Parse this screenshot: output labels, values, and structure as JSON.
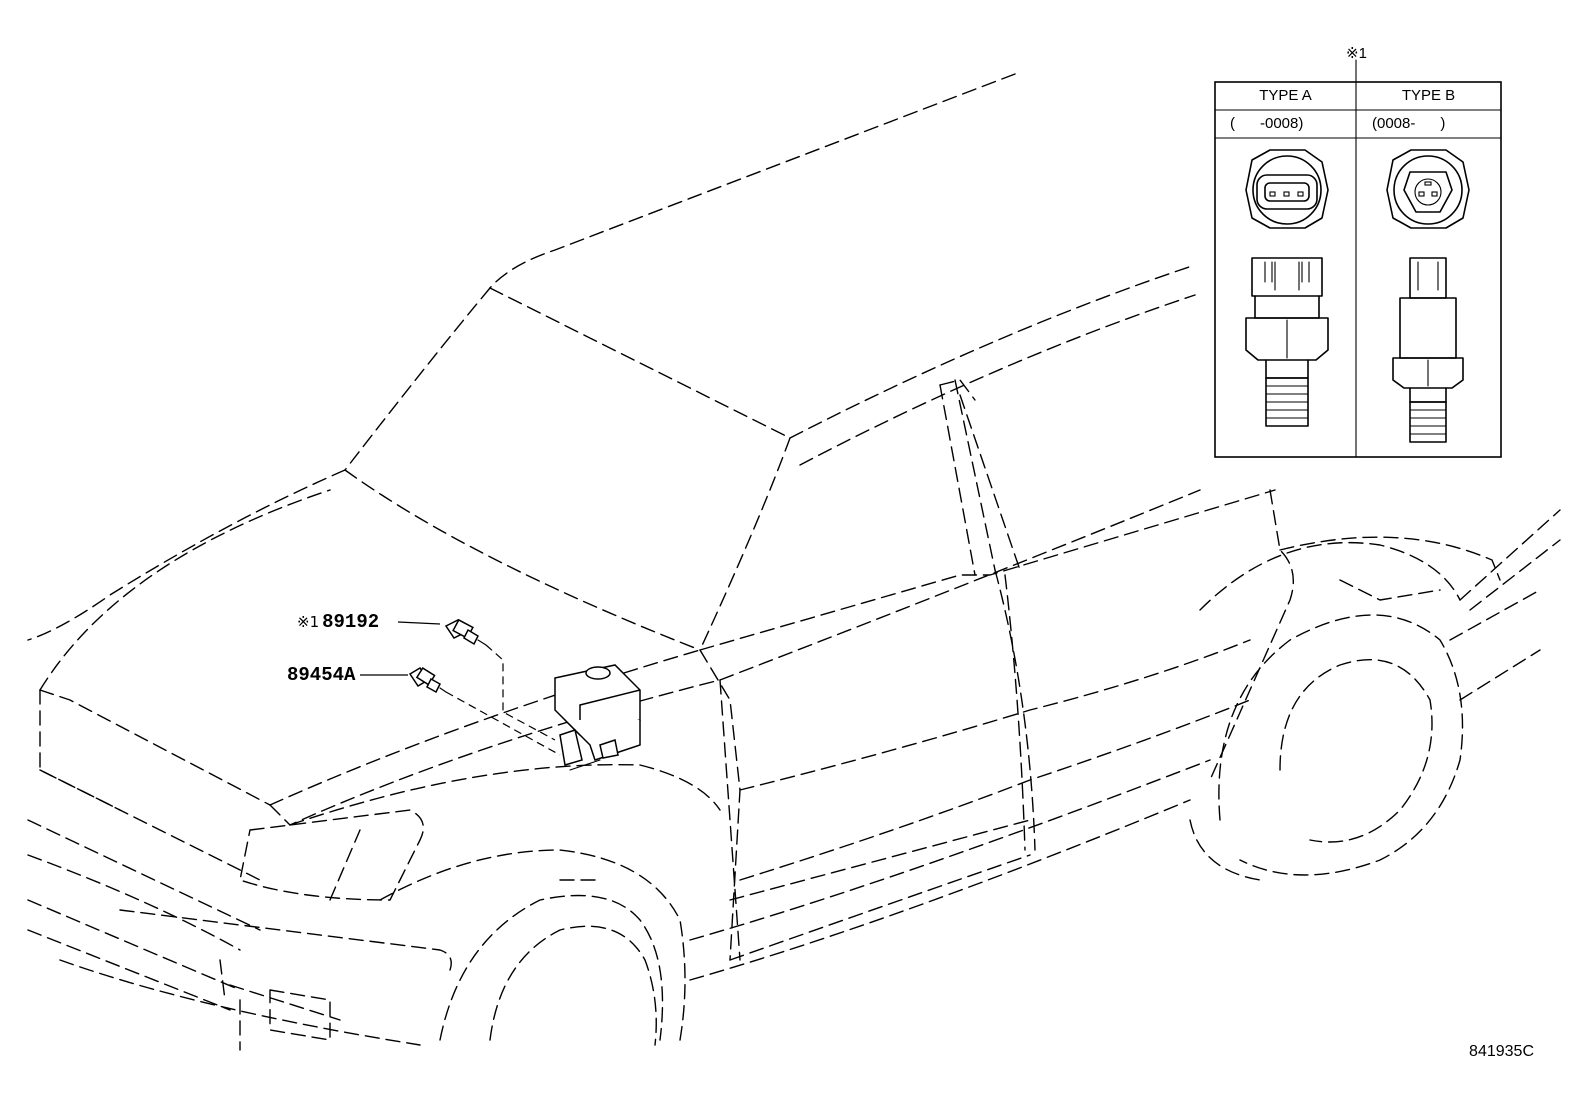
{
  "callouts": [
    {
      "note_mark": "※1",
      "part_number": "89192"
    },
    {
      "note_mark": "",
      "part_number": "89454A"
    }
  ],
  "inset": {
    "note_mark": "※1",
    "columns": [
      {
        "type_label": "TYPE A",
        "range_label": "(      -0008)"
      },
      {
        "type_label": "TYPE B",
        "range_label": "(0008-      )"
      }
    ]
  },
  "diagram_id": "841935C"
}
